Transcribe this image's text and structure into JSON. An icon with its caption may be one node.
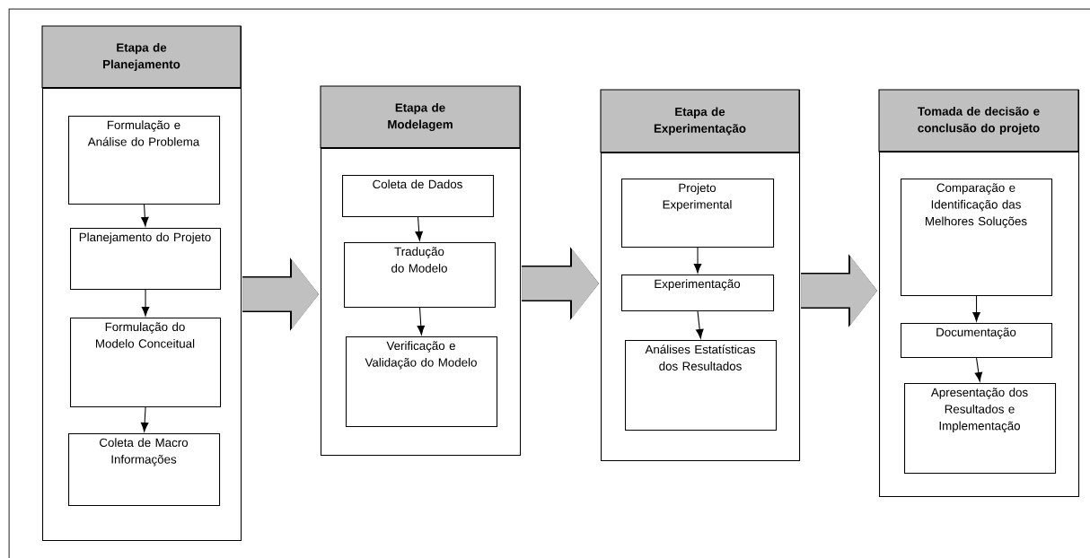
{
  "diagram": {
    "nodes": [
      {
        "text": [
          "Etapa de Planejamento"
        ]
      },
      {
        "text": [
          "Formulação e Análise do Problema"
        ],
        "in": 0
      },
      {
        "text": [
          "Planejamento do Projeto"
        ],
        "in": 0
      },
      {
        "text": [
          "Formulação do Modelo Conceitual"
        ],
        "in": 0
      },
      {
        "text": [
          "Coleta de Macro Informações"
        ],
        "in": 0
      },
      {
        "text": [
          "Etapa de Modelagem"
        ]
      },
      {
        "text": [
          "Coleta de Dados"
        ],
        "in": 5
      },
      {
        "text": [
          "Tradução do Modelo"
        ],
        "in": 5
      },
      {
        "text": [
          "Verificação e Validação do Modelo"
        ],
        "in": 5
      },
      {
        "text": [
          "Etapa de Experimentação"
        ]
      },
      {
        "text": [
          "Projeto Experimental"
        ],
        "in": 9
      },
      {
        "text": [
          "Experimentação"
        ],
        "in": 9
      },
      {
        "text": [
          "Análises Estatísticas dos Resultados"
        ],
        "in": 9
      },
      {
        "text": [
          "Tomada de decisão e conclusão do projeto"
        ]
      },
      {
        "text": [
          "Comparação e Identificação das Melhores Soluções"
        ],
        "in": 13
      },
      {
        "text": [
          "Documentação"
        ],
        "in": 13
      },
      {
        "text": [
          "Apresentação dos Resultados e Implementação"
        ],
        "in": 13
      }
    ],
    "edges": [
      {
        "from": 1,
        "to": 2,
        "arrow": "to"
      },
      {
        "from": 2,
        "to": 3,
        "arrow": "to"
      },
      {
        "from": 3,
        "to": 4,
        "arrow": "to"
      },
      {
        "from": 6,
        "to": 7,
        "arrow": "to"
      },
      {
        "from": 7,
        "to": 8,
        "arrow": "to"
      },
      {
        "from": 10,
        "to": 11,
        "arrow": "to"
      },
      {
        "from": 11,
        "to": 12,
        "arrow": "to"
      },
      {
        "from": 14,
        "to": 15,
        "arrow": "to"
      },
      {
        "from": 15,
        "to": 16,
        "arrow": "to"
      },
      {
        "from": 0,
        "to": 5,
        "arrow": "to",
        "style": "thick",
        "color": "#c0c0c0"
      },
      {
        "from": 5,
        "to": 9,
        "arrow": "to",
        "style": "thick",
        "color": "#c0c0c0"
      },
      {
        "from": 9,
        "to": 13,
        "arrow": "to",
        "style": "thick",
        "color": "#c0c0c0"
      }
    ]
  }
}
